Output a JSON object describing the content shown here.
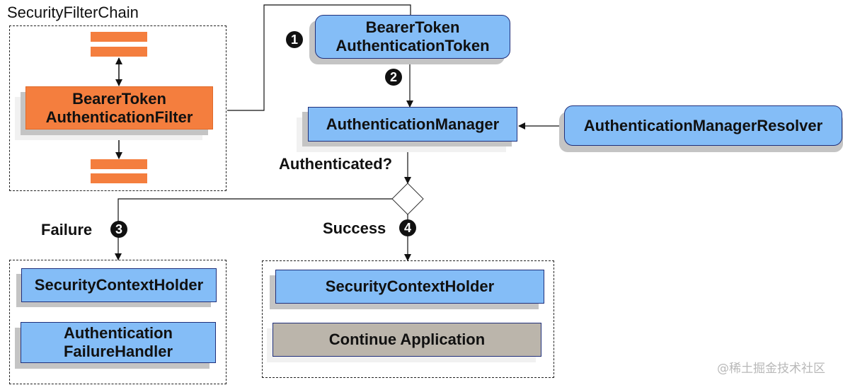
{
  "chain": {
    "title": "SecurityFilterChain",
    "filter_label_line1": "BearerToken",
    "filter_label_line2": "AuthenticationFilter"
  },
  "token": {
    "line1": "BearerToken",
    "line2": "AuthenticationToken"
  },
  "manager": {
    "label": "AuthenticationManager"
  },
  "resolver": {
    "label": "AuthenticationManagerResolver"
  },
  "decision": {
    "question": "Authenticated?",
    "failure_label": "Failure",
    "success_label": "Success"
  },
  "badges": [
    "1",
    "2",
    "3",
    "4"
  ],
  "failure_group": {
    "holder": "SecurityContextHolder",
    "handler_line1": "Authentication",
    "handler_line2": "FailureHandler"
  },
  "success_group": {
    "holder": "SecurityContextHolder",
    "continue": "Continue Application"
  },
  "watermark": "@稀土掘金技术社区",
  "colors": {
    "filter": "#f47e3e",
    "component": "#84bdf7",
    "continue": "#bbb5ab"
  }
}
